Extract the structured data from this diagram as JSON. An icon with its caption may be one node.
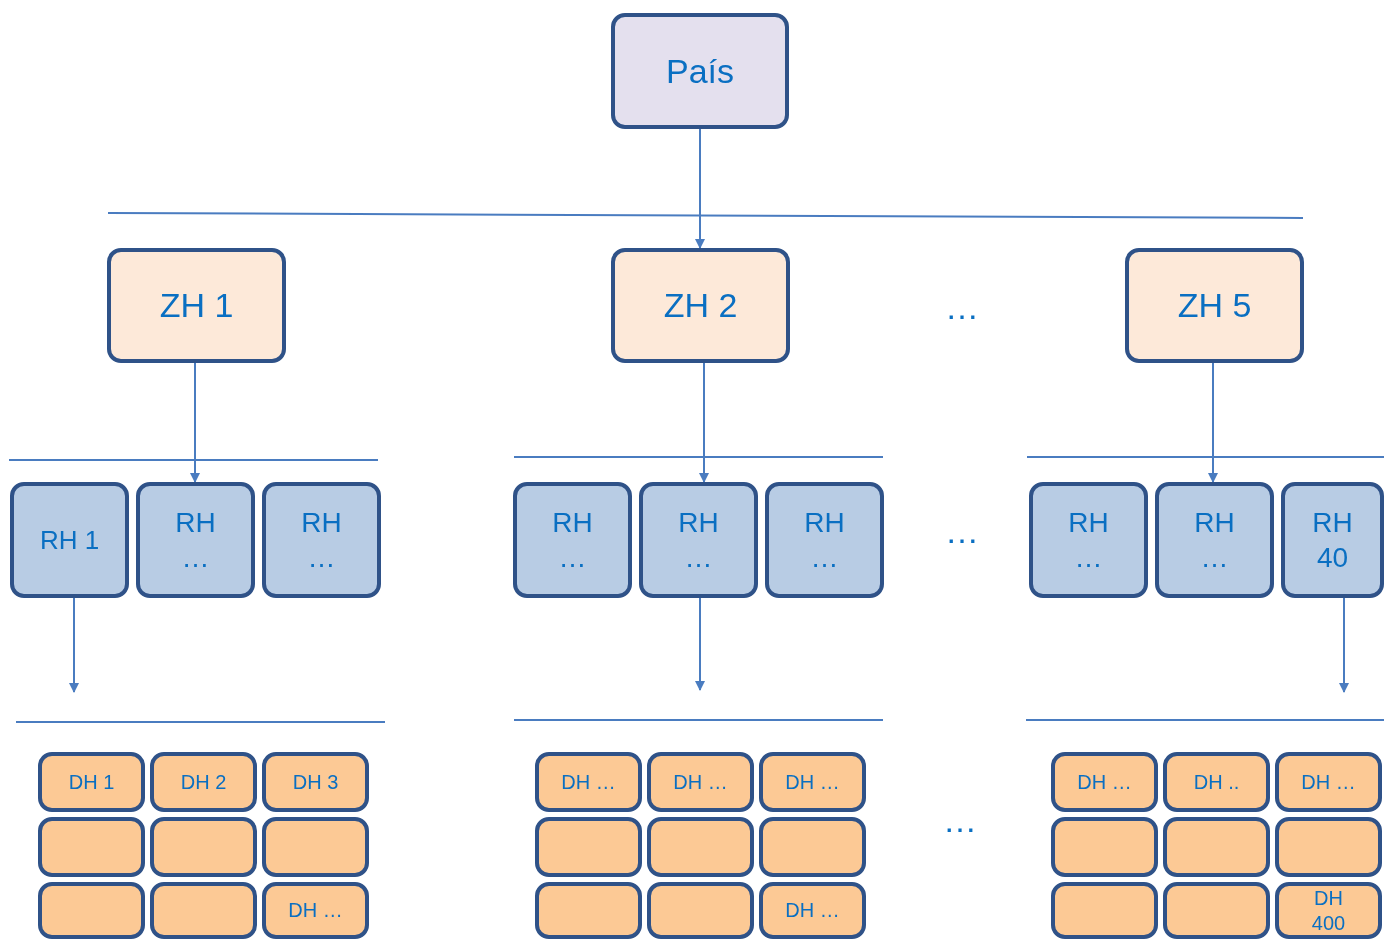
{
  "diagram": {
    "nodes": [
      {
        "text": [
          "País"
        ]
      },
      {
        "text": [
          "ZH 1"
        ]
      },
      {
        "text": [
          "ZH 2"
        ]
      },
      {
        "text": [
          "ZH 5"
        ]
      },
      {
        "text": [
          "RH 1"
        ]
      },
      {
        "text": [
          "RH …"
        ]
      },
      {
        "text": [
          "RH …"
        ]
      },
      {
        "text": [
          "RH …"
        ]
      },
      {
        "text": [
          "RH …"
        ]
      },
      {
        "text": [
          "RH …"
        ]
      },
      {
        "text": [
          "RH …"
        ]
      },
      {
        "text": [
          "RH …"
        ]
      },
      {
        "text": [
          "RH 40"
        ]
      },
      {
        "text": [
          "DH 1"
        ]
      },
      {
        "text": [
          "DH 2"
        ]
      },
      {
        "text": [
          "DH 3"
        ]
      },
      {
        "text": [],
        "shape": "box"
      },
      {
        "text": [],
        "shape": "box"
      },
      {
        "text": [],
        "shape": "box"
      },
      {
        "text": [],
        "shape": "box"
      },
      {
        "text": [],
        "shape": "box"
      },
      {
        "text": [
          "DH …"
        ]
      },
      {
        "text": [
          "DH …"
        ]
      },
      {
        "text": [
          "DH …"
        ]
      },
      {
        "text": [
          "DH …"
        ]
      },
      {
        "text": [],
        "shape": "box"
      },
      {
        "text": [],
        "shape": "box"
      },
      {
        "text": [],
        "shape": "box"
      },
      {
        "text": [],
        "shape": "box"
      },
      {
        "text": [],
        "shape": "box"
      },
      {
        "text": [
          "DH …"
        ]
      },
      {
        "text": [
          "DH …"
        ]
      },
      {
        "text": [
          "DH .."
        ]
      },
      {
        "text": [
          "DH …"
        ]
      },
      {
        "text": [],
        "shape": "box"
      },
      {
        "text": [],
        "shape": "box"
      },
      {
        "text": [],
        "shape": "box"
      },
      {
        "text": [],
        "shape": "box"
      },
      {
        "text": [],
        "shape": "box"
      },
      {
        "text": [
          "DH 400"
        ]
      }
    ],
    "edges": [
      {
        "from": 0,
        "to": 2,
        "arrow": "to"
      },
      {
        "from": 1,
        "to": 5,
        "arrow": "to"
      },
      {
        "from": 2,
        "to": 8,
        "arrow": "to"
      },
      {
        "from": 3,
        "to": 11,
        "arrow": "to"
      },
      {
        "from": 4,
        "to": null,
        "arrow": "to"
      },
      {
        "from": 8,
        "to": null,
        "arrow": "to"
      },
      {
        "from": 12,
        "to": null,
        "arrow": "to"
      }
    ],
    "labels": [
      "…",
      "…",
      "…"
    ]
  }
}
